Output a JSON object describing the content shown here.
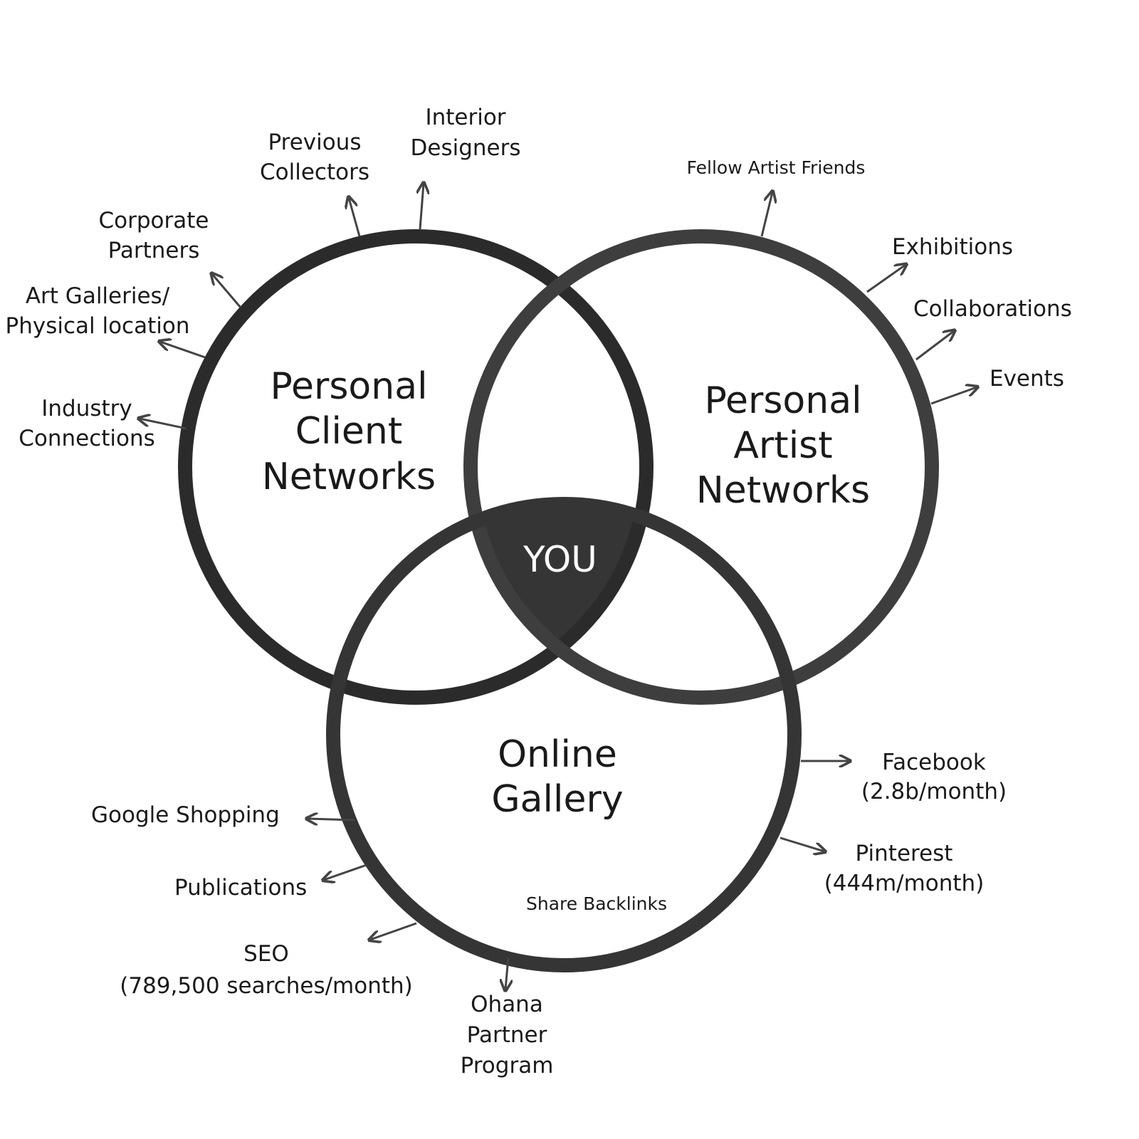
{
  "circles": {
    "client": {
      "lines": [
        "Personal",
        "Client",
        "Networks"
      ],
      "color": "#2b2b2b"
    },
    "artist": {
      "lines": [
        "Personal",
        "Artist",
        "Networks"
      ],
      "color": "#3e3e3e"
    },
    "online": {
      "lines": [
        "Online",
        "Gallery"
      ],
      "color": "#353535"
    },
    "center": {
      "label": "YOU",
      "color": "#353535"
    }
  },
  "client_links": {
    "interior": [
      "Interior",
      "Designers"
    ],
    "previous": [
      "Previous",
      "Collectors"
    ],
    "corporate": [
      "Corporate",
      "Partners"
    ],
    "galleries": [
      "Art Galleries/",
      "Physical location"
    ],
    "industry": [
      "Industry",
      "Connections"
    ]
  },
  "artist_links": {
    "friends": "Fellow Artist Friends",
    "exhibitions": "Exhibitions",
    "collaborations": "Collaborations",
    "events": "Events"
  },
  "online_links": {
    "facebook": [
      "Facebook",
      "(2.8b/month)"
    ],
    "pinterest": [
      "Pinterest",
      "(444m/month)"
    ],
    "backlinks": "Share Backlinks",
    "google": "Google Shopping",
    "publications": "Publications",
    "seo": [
      "SEO",
      "(789,500 searches/month)"
    ],
    "ohana": [
      "Ohana",
      "Partner",
      "Program"
    ]
  }
}
